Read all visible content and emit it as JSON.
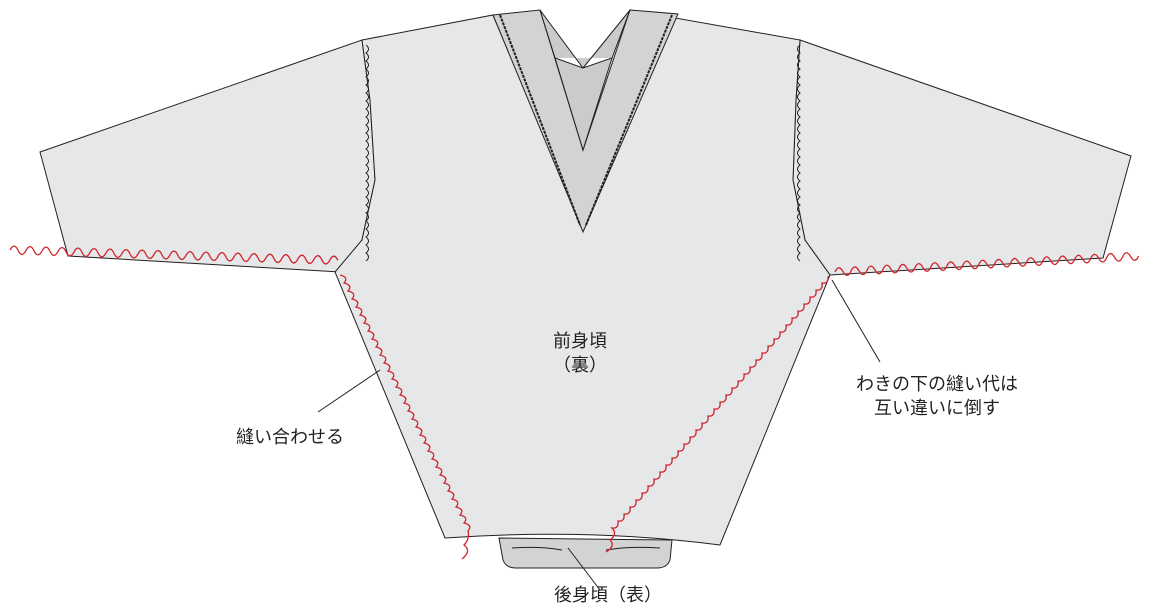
{
  "labels": {
    "front_body_line1": "前身頃",
    "front_body_line2": "（裏）",
    "sew_together": "縫い合わせる",
    "underarm_line1": "わきの下の縫い代は",
    "underarm_line2": "互い違いに倒す",
    "back_body": "後身頃（表）"
  },
  "colors": {
    "fabric_fill": "#e6e7e8",
    "fabric_dark": "#d1d3d4",
    "outline": "#231f20",
    "stitch_red": "#d2232a",
    "text": "#231f20"
  }
}
